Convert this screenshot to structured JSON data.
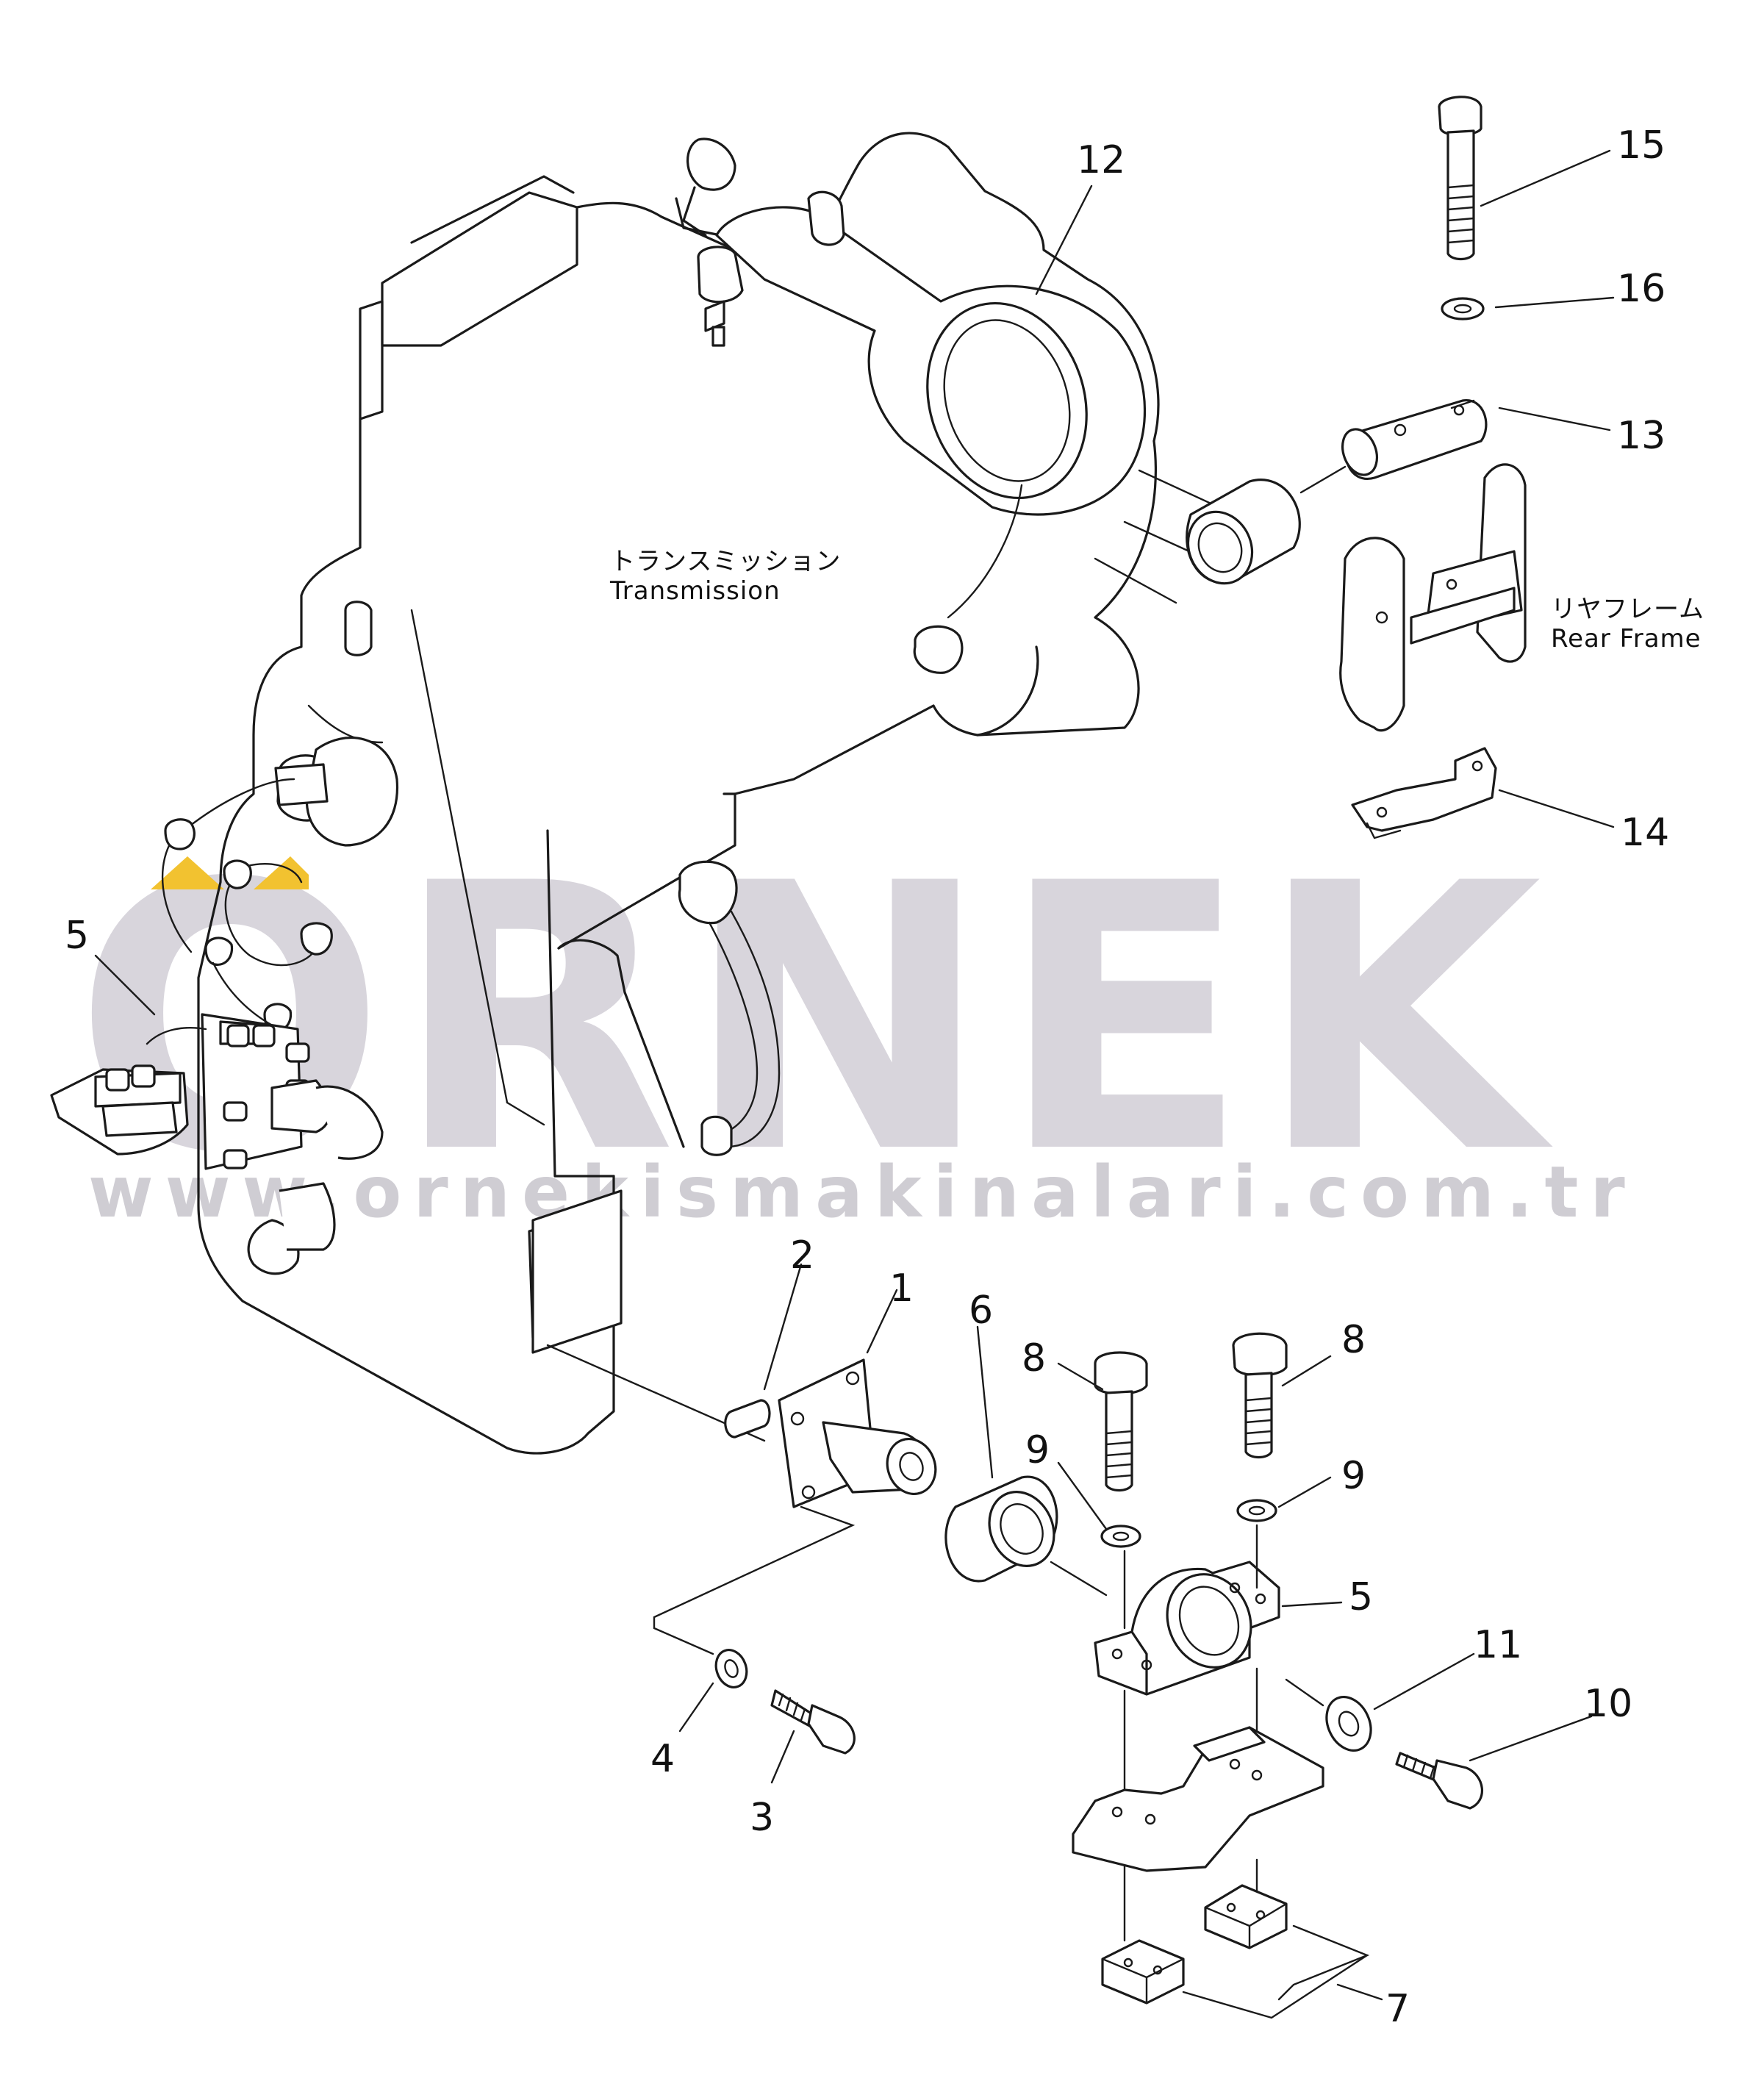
{
  "watermark": {
    "brand": "ORNEK",
    "url": "www.ornekismakinalari.com.tr",
    "accent_color": "#f2c230",
    "text_color": "#d8d5dc"
  },
  "labels": {
    "transmission_jp": "トランスミッション",
    "transmission_en": "Transmission",
    "rear_frame_jp": "リヤフレーム",
    "rear_frame_en": "Rear Frame"
  },
  "callouts": [
    {
      "id": "c1",
      "text": "1"
    },
    {
      "id": "c2",
      "text": "2"
    },
    {
      "id": "c3",
      "text": "3"
    },
    {
      "id": "c4",
      "text": "4"
    },
    {
      "id": "c5a",
      "text": "5"
    },
    {
      "id": "c5b",
      "text": "5"
    },
    {
      "id": "c6",
      "text": "6"
    },
    {
      "id": "c7",
      "text": "7"
    },
    {
      "id": "c8a",
      "text": "8"
    },
    {
      "id": "c8b",
      "text": "8"
    },
    {
      "id": "c9a",
      "text": "9"
    },
    {
      "id": "c9b",
      "text": "9"
    },
    {
      "id": "c10",
      "text": "10"
    },
    {
      "id": "c11",
      "text": "11"
    },
    {
      "id": "c12",
      "text": "12"
    },
    {
      "id": "c13",
      "text": "13"
    },
    {
      "id": "c14",
      "text": "14"
    },
    {
      "id": "c15",
      "text": "15"
    },
    {
      "id": "c16",
      "text": "16"
    }
  ]
}
